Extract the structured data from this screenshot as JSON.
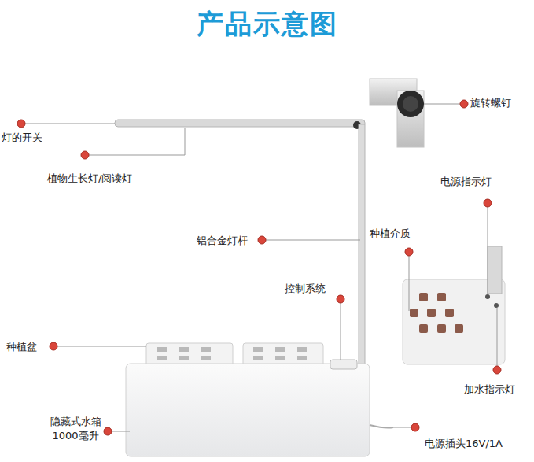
{
  "diagram": {
    "title": "产品示意图",
    "labels": [
      "旋转螺钉",
      "灯的开关",
      "植物生长灯/阅读灯",
      "电源指示灯",
      "种植介质",
      "铝合金灯杆",
      "控制系统",
      "种植盆",
      "加水指示灯",
      "隐藏式水箱 1000毫升",
      "电源插头16V/1A"
    ]
  }
}
